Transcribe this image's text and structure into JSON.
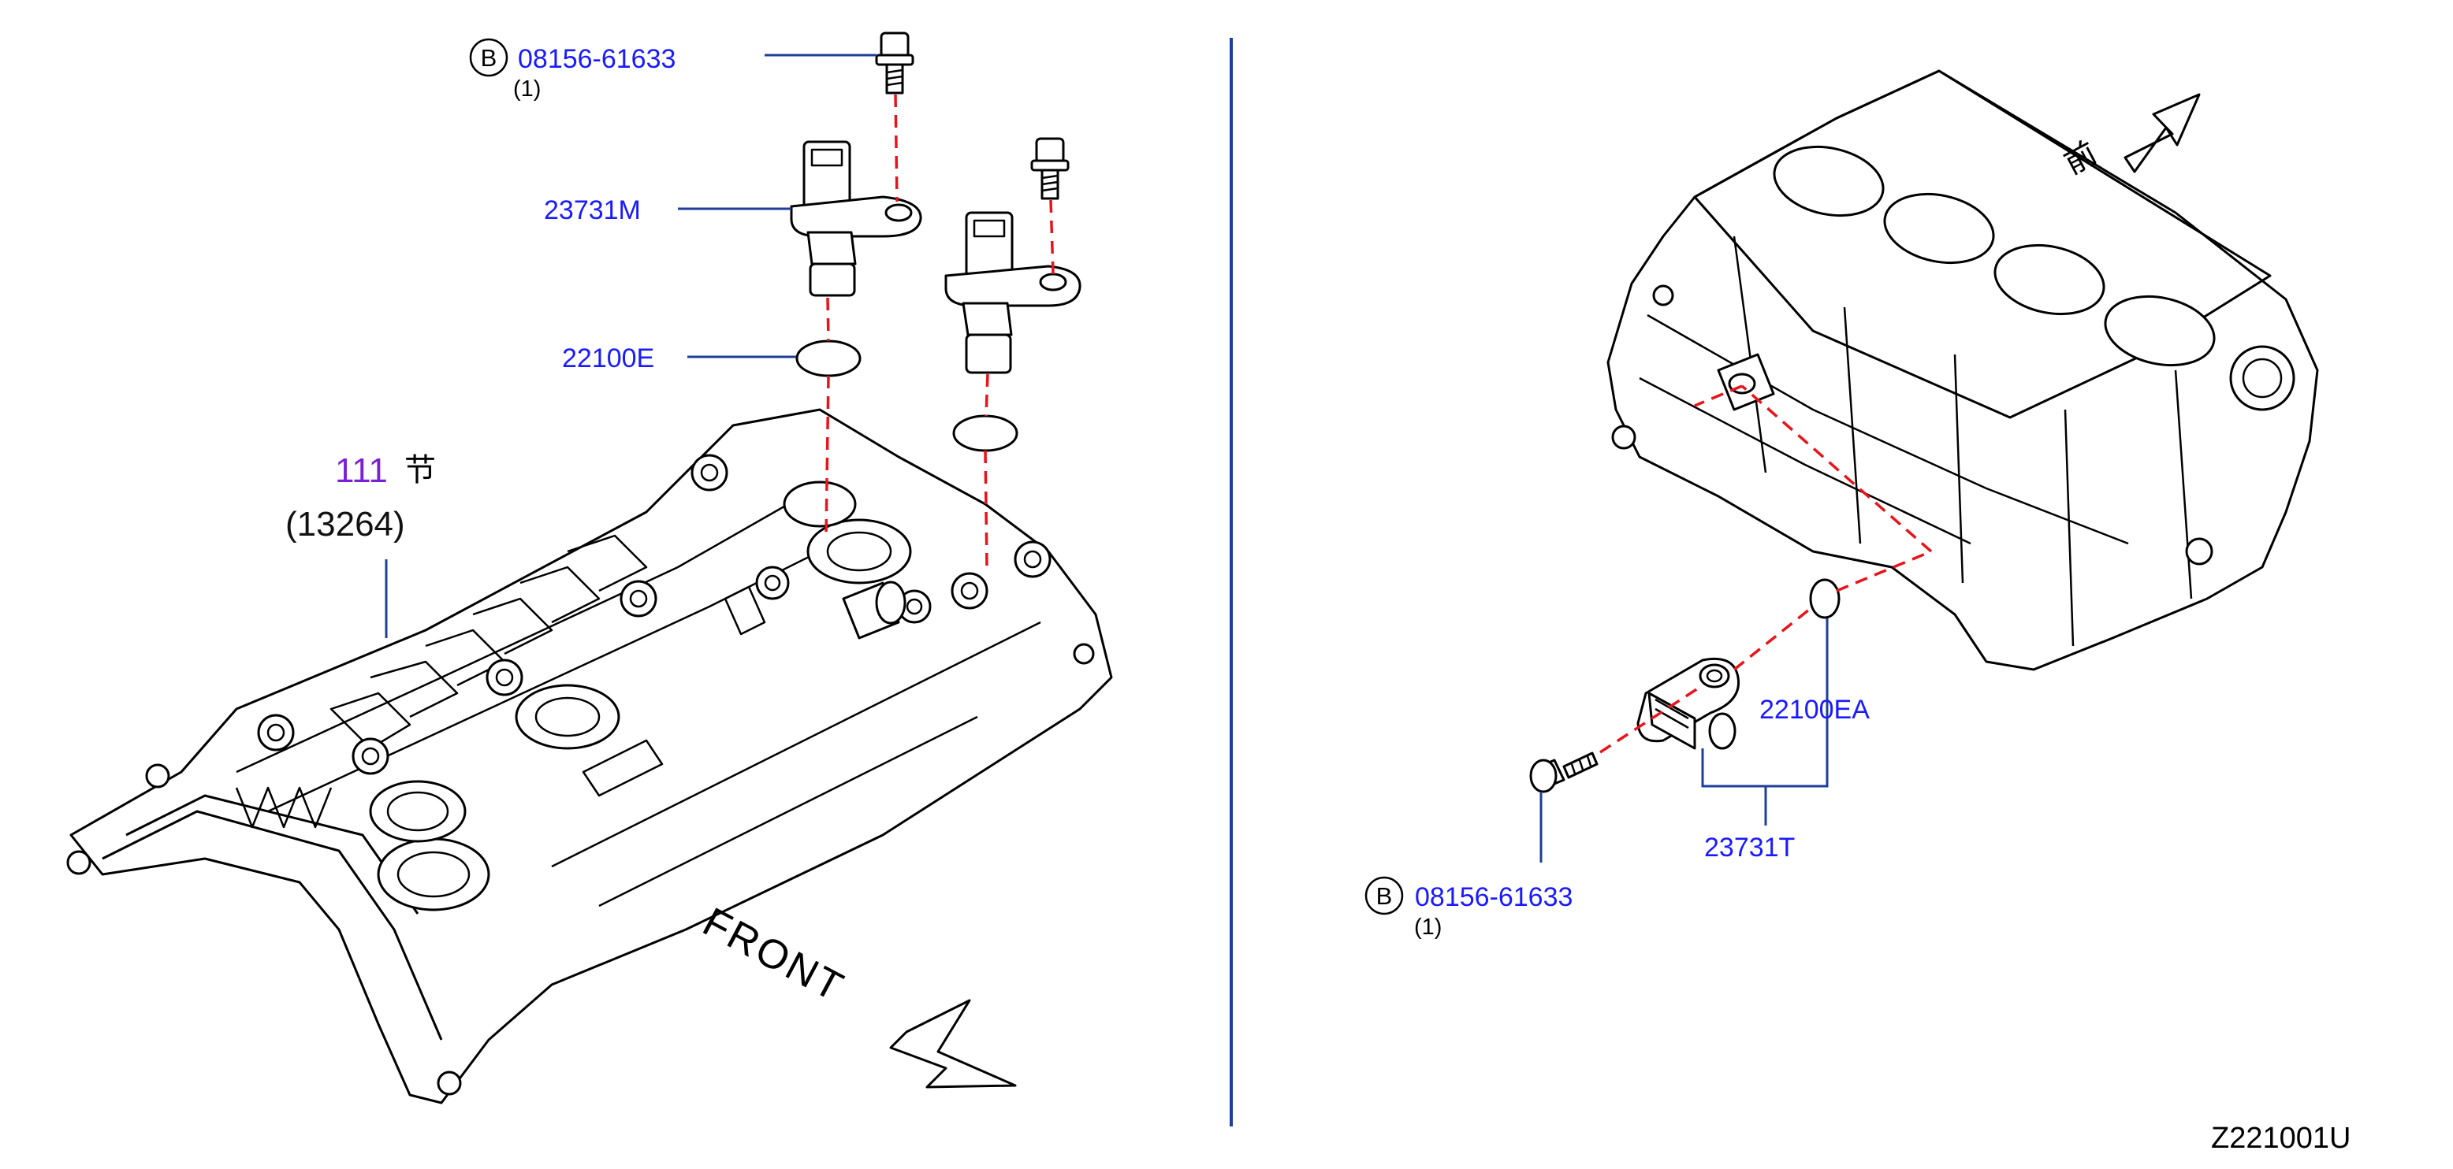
{
  "colors": {
    "part_number": "#1a1aff",
    "leader": "#1d3f9a",
    "dashed_axis": "#e8141b",
    "section_number": "#7a1fd6"
  },
  "left": {
    "bolt_top": {
      "circle_letter": "B",
      "part": "08156-61633",
      "qty": "(1)"
    },
    "cam_sensor": {
      "part": "23731M"
    },
    "o_ring": {
      "part": "22100E"
    },
    "rocker_cover": {
      "section_num": "111",
      "section_char": "节",
      "ref": "(13264)"
    },
    "front": {
      "text": "FRONT",
      "icon": "arrow-right-down-icon"
    }
  },
  "right": {
    "o_ring": {
      "part": "22100EA"
    },
    "crank_sensor": {
      "part": "23731T"
    },
    "bolt_bottom": {
      "circle_letter": "B",
      "part": "08156-61633",
      "qty": "(1)"
    },
    "front": {
      "text": "前",
      "icon": "arrow-right-up-icon"
    }
  },
  "diagram_code": "Z221001U"
}
